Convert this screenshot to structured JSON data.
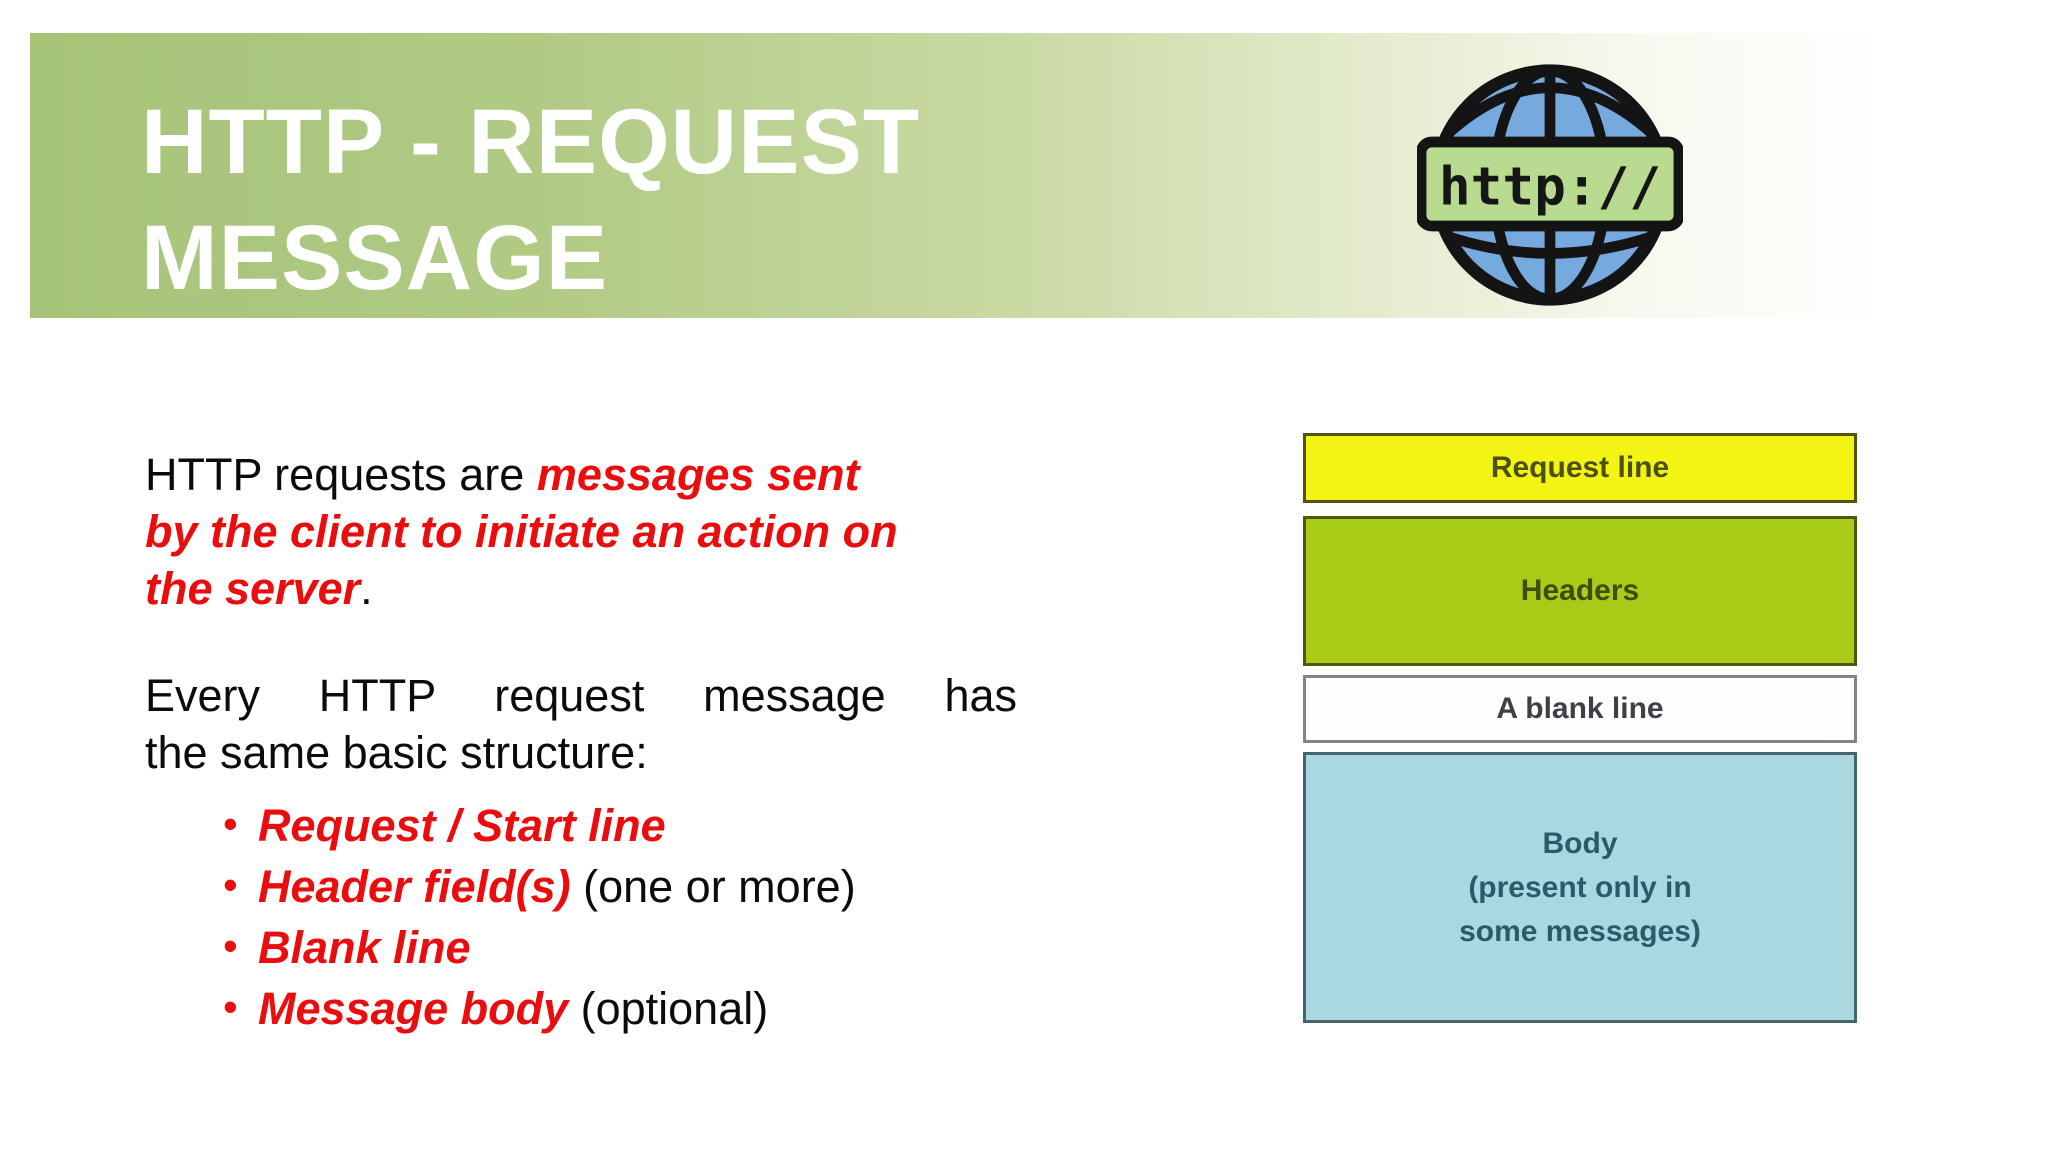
{
  "slide": {
    "header": {
      "title_lines": [
        "HTTP - REQUEST",
        "MESSAGE"
      ],
      "icon": {
        "name": "http-globe-icon",
        "label": "http://"
      }
    },
    "intro": {
      "lines": [
        {
          "plain": "HTTP requests are ",
          "emphasis": "messages sent"
        },
        {
          "emphasis": "by the client to initiate an action on"
        },
        {
          "emphasis": "the server",
          "plain_after": "."
        }
      ]
    },
    "structure": {
      "lines": [
        "Every HTTP request message has",
        "the same basic structure:"
      ],
      "bullet_glyph": "•",
      "bullets": [
        {
          "emphasis": "Request / Start line",
          "rest": ""
        },
        {
          "emphasis": "Header field(s)",
          "rest": " (one or more)"
        },
        {
          "emphasis": "Blank line",
          "rest": ""
        },
        {
          "emphasis": "Message body",
          "rest": " (optional)"
        }
      ]
    },
    "diagram": {
      "boxes": [
        {
          "id": "request-line",
          "lines": [
            "Request line"
          ]
        },
        {
          "id": "headers",
          "lines": [
            "Headers"
          ]
        },
        {
          "id": "blank-line",
          "lines": [
            "A blank line"
          ]
        },
        {
          "id": "body",
          "lines": [
            "Body",
            "(present only in",
            "some messages)"
          ]
        }
      ]
    },
    "colors": {
      "banner_green": "#a6c478",
      "title_text": "#ffffff",
      "emphasis_red": "#ea0d0d",
      "body_text": "#0b0b0b",
      "box_request_fill": "#f3f414",
      "box_headers_fill": "#a8cc17",
      "box_blank_fill": "#fefefe",
      "box_body_fill": "#a9d8e1",
      "globe_blue": "#76aade",
      "globe_band_green": "#b9db90",
      "globe_outline": "#141414"
    }
  }
}
